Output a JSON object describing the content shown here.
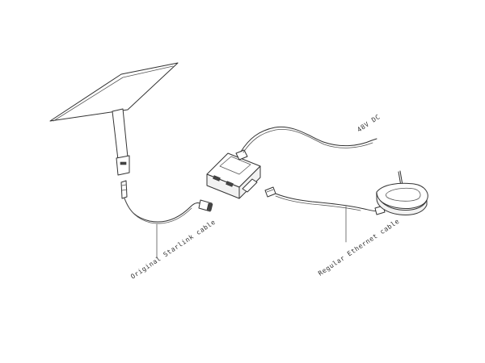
{
  "labels": {
    "power": "48V DC",
    "starlink_cable": "Original Starlink cable",
    "ethernet_cable": "Regular Ethernet cable"
  },
  "icons": {
    "dish": "starlink-dish-icon",
    "adapter": "ethernet-adapter-icon",
    "router": "wifi-router-icon"
  },
  "colors": {
    "line": "#333333",
    "background": "#ffffff"
  }
}
